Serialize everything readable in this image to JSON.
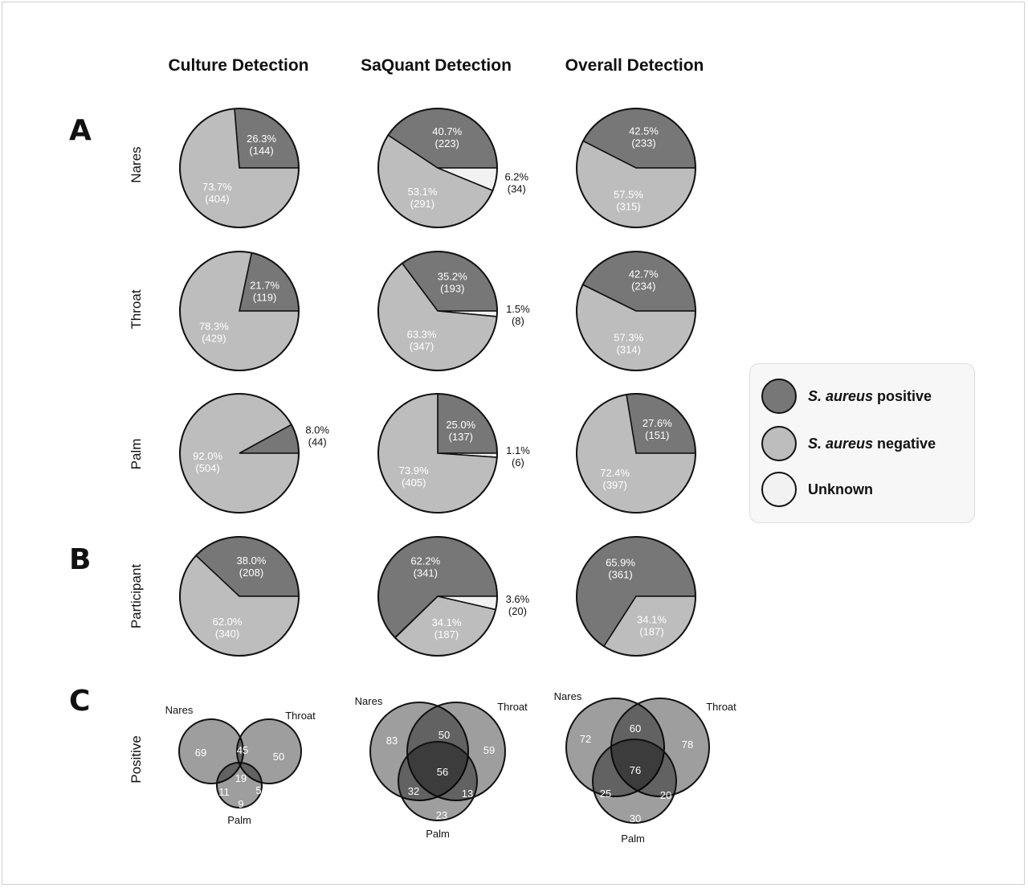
{
  "columns": [
    "Culture Detection",
    "SaQuant Detection",
    "Overall Detection"
  ],
  "panels": [
    "A",
    "B",
    "C"
  ],
  "row_labels": [
    "Nares",
    "Throat",
    "Palm",
    "Participant",
    "Positive"
  ],
  "legend": [
    {
      "italic": "S. aureus",
      "rest": " positive",
      "color": "#777777"
    },
    {
      "italic": "S. aureus",
      "rest": " negative",
      "color": "#bdbdbd"
    },
    {
      "italic": "",
      "rest": "Unknown",
      "color": "#f2f2f2"
    }
  ],
  "colors": {
    "positive": "#777777",
    "negative": "#bdbdbd",
    "unknown": "#f2f2f2",
    "outline": "#111111"
  },
  "chart_data": [
    {
      "type": "pie",
      "column": "Culture Detection",
      "row": "Nares",
      "slices": [
        {
          "label": "S. aureus positive",
          "pct": 26.3,
          "count": 144
        },
        {
          "label": "S. aureus negative",
          "pct": 73.7,
          "count": 404
        }
      ]
    },
    {
      "type": "pie",
      "column": "SaQuant Detection",
      "row": "Nares",
      "slices": [
        {
          "label": "S. aureus positive",
          "pct": 40.7,
          "count": 223
        },
        {
          "label": "Unknown",
          "pct": 6.2,
          "count": 34
        },
        {
          "label": "S. aureus negative",
          "pct": 53.1,
          "count": 291
        }
      ]
    },
    {
      "type": "pie",
      "column": "Overall Detection",
      "row": "Nares",
      "slices": [
        {
          "label": "S. aureus positive",
          "pct": 42.5,
          "count": 233
        },
        {
          "label": "S. aureus negative",
          "pct": 57.5,
          "count": 315
        }
      ]
    },
    {
      "type": "pie",
      "column": "Culture Detection",
      "row": "Throat",
      "slices": [
        {
          "label": "S. aureus positive",
          "pct": 21.7,
          "count": 119
        },
        {
          "label": "S. aureus negative",
          "pct": 78.3,
          "count": 429
        }
      ]
    },
    {
      "type": "pie",
      "column": "SaQuant Detection",
      "row": "Throat",
      "slices": [
        {
          "label": "S. aureus positive",
          "pct": 35.2,
          "count": 193
        },
        {
          "label": "Unknown",
          "pct": 1.5,
          "count": 8
        },
        {
          "label": "S. aureus negative",
          "pct": 63.3,
          "count": 347
        }
      ]
    },
    {
      "type": "pie",
      "column": "Overall Detection",
      "row": "Throat",
      "slices": [
        {
          "label": "S. aureus positive",
          "pct": 42.7,
          "count": 234
        },
        {
          "label": "S. aureus negative",
          "pct": 57.3,
          "count": 314
        }
      ]
    },
    {
      "type": "pie",
      "column": "Culture Detection",
      "row": "Palm",
      "slices": [
        {
          "label": "S. aureus positive",
          "pct": 8.0,
          "count": 44
        },
        {
          "label": "S. aureus negative",
          "pct": 92.0,
          "count": 504
        }
      ]
    },
    {
      "type": "pie",
      "column": "SaQuant Detection",
      "row": "Palm",
      "slices": [
        {
          "label": "S. aureus positive",
          "pct": 25.0,
          "count": 137
        },
        {
          "label": "Unknown",
          "pct": 1.1,
          "count": 6
        },
        {
          "label": "S. aureus negative",
          "pct": 73.9,
          "count": 405
        }
      ]
    },
    {
      "type": "pie",
      "column": "Overall Detection",
      "row": "Palm",
      "slices": [
        {
          "label": "S. aureus positive",
          "pct": 27.6,
          "count": 151
        },
        {
          "label": "S. aureus negative",
          "pct": 72.4,
          "count": 397
        }
      ]
    },
    {
      "type": "pie",
      "column": "Culture Detection",
      "row": "Participant",
      "slices": [
        {
          "label": "S. aureus positive",
          "pct": 38.0,
          "count": 208
        },
        {
          "label": "S. aureus negative",
          "pct": 62.0,
          "count": 340
        }
      ]
    },
    {
      "type": "pie",
      "column": "SaQuant Detection",
      "row": "Participant",
      "slices": [
        {
          "label": "S. aureus positive",
          "pct": 62.2,
          "count": 341
        },
        {
          "label": "Unknown",
          "pct": 3.6,
          "count": 20
        },
        {
          "label": "S. aureus negative",
          "pct": 34.1,
          "count": 187
        }
      ]
    },
    {
      "type": "pie",
      "column": "Overall Detection",
      "row": "Participant",
      "slices": [
        {
          "label": "S. aureus positive",
          "pct": 65.9,
          "count": 361
        },
        {
          "label": "S. aureus negative",
          "pct": 34.1,
          "count": 187
        }
      ]
    },
    {
      "type": "venn",
      "column": "Culture Detection",
      "row": "Positive",
      "sets": [
        "Nares",
        "Throat",
        "Palm"
      ],
      "regions": {
        "nares_only": 69,
        "throat_only": 50,
        "palm_only": 9,
        "nares_throat": 45,
        "nares_palm": 11,
        "throat_palm": 5,
        "all": 19
      }
    },
    {
      "type": "venn",
      "column": "SaQuant Detection",
      "row": "Positive",
      "sets": [
        "Nares",
        "Throat",
        "Palm"
      ],
      "regions": {
        "nares_only": 83,
        "throat_only": 59,
        "palm_only": 23,
        "nares_throat": 50,
        "nares_palm": 32,
        "throat_palm": 13,
        "all": 56
      }
    },
    {
      "type": "venn",
      "column": "Overall Detection",
      "row": "Positive",
      "sets": [
        "Nares",
        "Throat",
        "Palm"
      ],
      "regions": {
        "nares_only": 72,
        "throat_only": 78,
        "palm_only": 30,
        "nares_throat": 60,
        "nares_palm": 25,
        "throat_palm": 20,
        "all": 76
      }
    }
  ]
}
